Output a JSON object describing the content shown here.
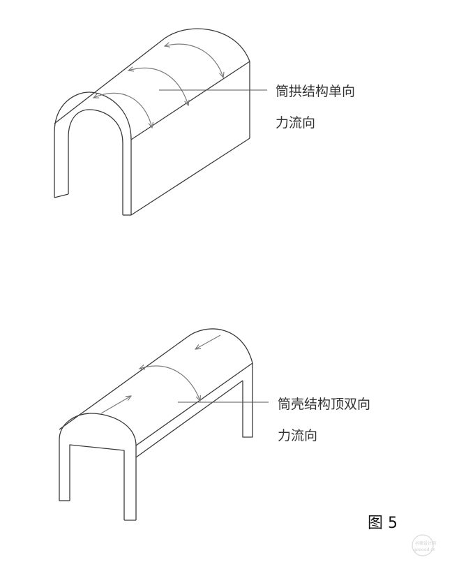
{
  "diagram_top": {
    "label_line1": "筒拱结构单向",
    "label_line2": "力流向"
  },
  "diagram_bottom": {
    "label_line1": "筒壳结构顶双向",
    "label_line2": "力流向"
  },
  "figure_caption": "图 5",
  "watermark": {
    "text": "谷德设计网",
    "sub": "gooood.cn"
  },
  "colors": {
    "stroke": "#3a3a3a",
    "arrow": "#7a7a7a",
    "leader": "#555555"
  }
}
